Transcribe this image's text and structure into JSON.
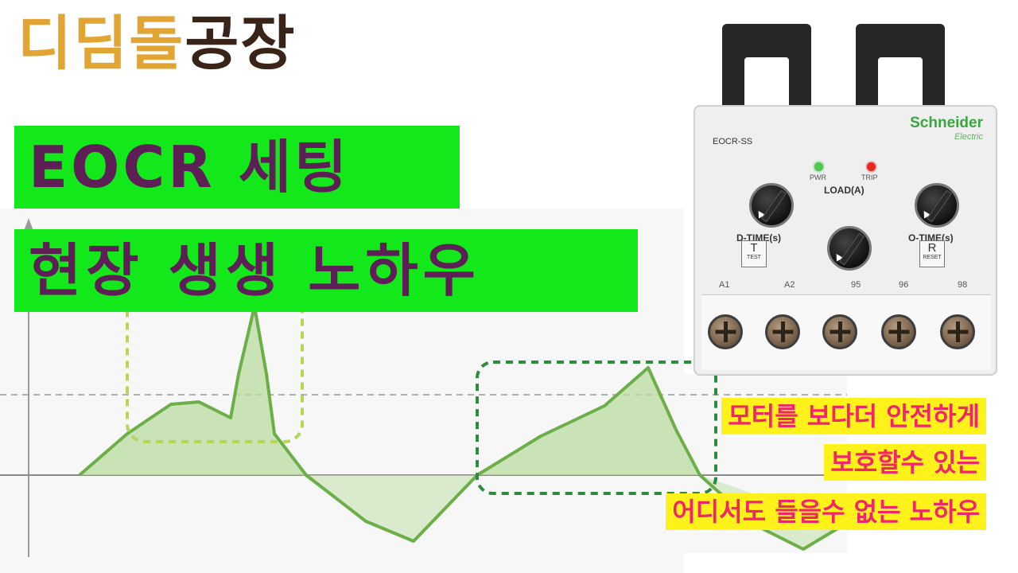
{
  "brand": {
    "part1": "디딤돌",
    "part2": "공장"
  },
  "headline": {
    "line1": "EOCR 세팅",
    "line2": "현장 생생 노하우"
  },
  "captions": [
    "모터를 보다더 안전하게",
    "보호할수 있는",
    "어디서도 들을수 없는 노하우"
  ],
  "relay": {
    "brand": "Schneider",
    "brand_sub": "Electric",
    "model": "EOCR-SS",
    "pwr": "PWR",
    "trip": "TRIP",
    "load": "LOAD(A)",
    "d_time": "D-TIME(s)",
    "o_time": "O-TIME(s)",
    "test_key": "T",
    "test_label": "TEST",
    "reset_key": "R",
    "reset_label": "RESET",
    "terminals": [
      "A1",
      "A2",
      "95",
      "96",
      "98"
    ]
  },
  "colors": {
    "headline_bg": "#12e81a",
    "headline_text": "#5e1f56",
    "caption_bg": "#fff21a",
    "caption_text": "#f0256a",
    "brand_gold": "#e2a432",
    "brand_dark": "#3a2418"
  }
}
